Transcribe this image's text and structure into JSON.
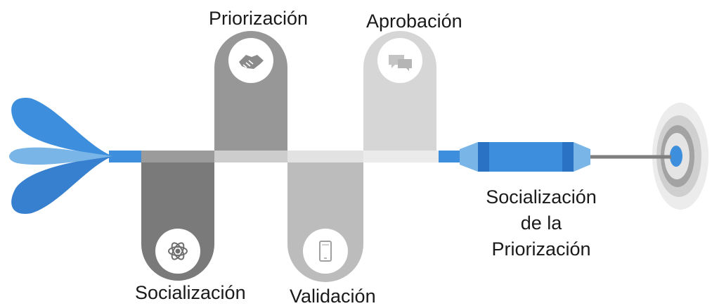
{
  "stages": [
    {
      "label": "Socialización",
      "icon": "atom-icon",
      "color": "#7a7a7a"
    },
    {
      "label": "Priorización",
      "icon": "handshake-icon",
      "color": "#979797"
    },
    {
      "label": "Validación",
      "icon": "smartphone-icon",
      "color": "#bcbcbc"
    },
    {
      "label": "Aprobación",
      "icon": "chat-bubbles-icon",
      "color": "#d6d6d6"
    }
  ],
  "final_stage": {
    "lines": [
      "Socialización",
      "de la",
      "Priorización"
    ]
  },
  "colors": {
    "dart_blue": "#3d8fdd",
    "dart_light": "#79b5e7",
    "dart_dark": "#2a73c4",
    "target_outer": "#ececec",
    "target_mid": "#cfcfcf",
    "target_ring": "#a8a8a8",
    "target_center": "#3d8fdd"
  }
}
